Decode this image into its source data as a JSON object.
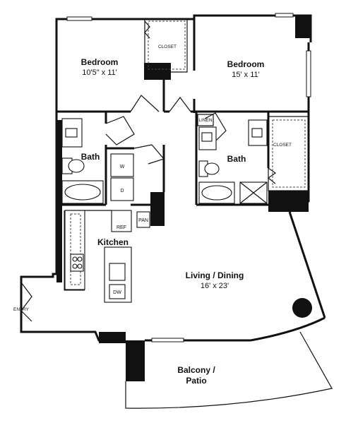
{
  "rooms": {
    "bedroom1": {
      "name": "Bedroom",
      "size": "10'5\" x 11'"
    },
    "bedroom2": {
      "name": "Bedroom",
      "size": "15' x 11'"
    },
    "bath1": {
      "name": "Bath"
    },
    "bath2": {
      "name": "Bath"
    },
    "kitchen": {
      "name": "Kitchen"
    },
    "living": {
      "name": "Living / Dining",
      "size": "16' x 23'"
    },
    "balcony": {
      "line1": "Balcony /",
      "line2": "Patio"
    }
  },
  "labels": {
    "closet1": "CLOSET",
    "closet2": "CLOSET",
    "linen": "LINEN",
    "washer": "W",
    "dryer": "D",
    "ref": "REF",
    "pantry": "PAN",
    "dishwasher": "DW",
    "entry": "ENTRY"
  }
}
